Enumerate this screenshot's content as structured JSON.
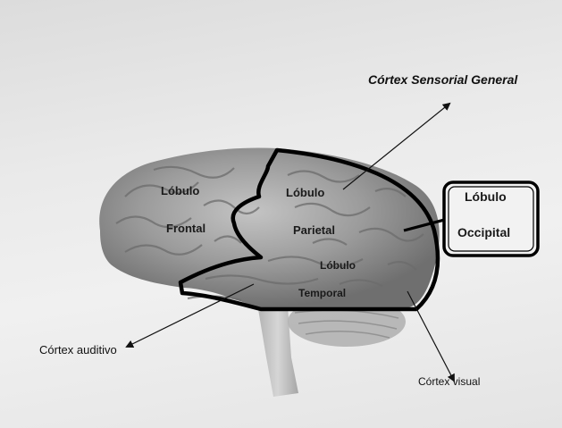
{
  "labels": {
    "cortex_sensorial": "Córtex Sensorial General",
    "lobulo_frontal_1": "Lóbulo",
    "lobulo_frontal_2": "Frontal",
    "lobulo_parietal_1": "Lóbulo",
    "lobulo_parietal_2": "Parietal",
    "lobulo_temporal_1": "Lóbulo",
    "lobulo_temporal_2": "Temporal",
    "lobulo_occipital_1": "Lóbulo",
    "lobulo_occipital_2": "Occipital",
    "cortex_auditivo": "Córtex auditivo",
    "cortex_visual": "Córtex visual"
  },
  "colors": {
    "background": "#ececec",
    "brain_fill": "#9a9a9a",
    "outline": "#000000",
    "label_text": "#111111"
  }
}
